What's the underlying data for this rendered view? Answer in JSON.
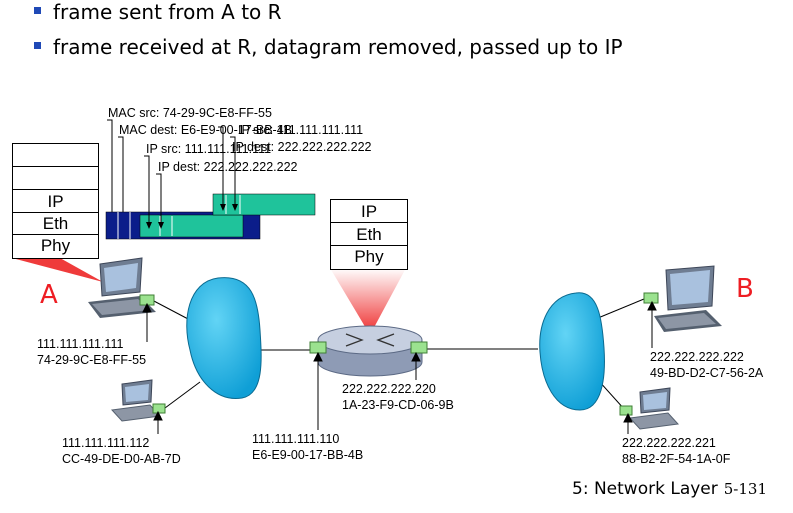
{
  "bullets": [
    "frame sent from A to R",
    "frame received at R, datagram removed, passed up to IP"
  ],
  "frame_labels": {
    "mac_src": "MAC src: 74-29-9C-E8-FF-55",
    "mac_dest": "MAC dest: E6-E9-00-17-BB-4B",
    "ip_src_inner": "IP src: 111.111.111.111",
    "ip_dest_inner": "IP dest: 222.222.222.222",
    "ip_src_outer": "IP src: 111.111.111.111",
    "ip_dest_outer": "IP dest: 222.222.222.222"
  },
  "host_a_stack": [
    "",
    "",
    "IP",
    "Eth",
    "Phy"
  ],
  "router_stack": [
    "IP",
    "Eth",
    "Phy"
  ],
  "hosts": {
    "a_letter": "A",
    "b_letter": "B",
    "a_ip": "111.111.111.111",
    "a_mac": "74-29-9C-E8-FF-55",
    "a2_ip": "111.111.111.112",
    "a2_mac": "CC-49-DE-D0-AB-7D",
    "r_left_ip": "111.111.111.110",
    "r_left_mac": "E6-E9-00-17-BB-4B",
    "r_right_ip": "222.222.222.220",
    "r_right_mac": "1A-23-F9-CD-06-9B",
    "b_ip": "222.222.222.222",
    "b_mac": "49-BD-D2-C7-56-2A",
    "b2_ip": "222.222.222.221",
    "b2_mac": "88-B2-2F-54-1A-0F"
  },
  "footer": {
    "chapter": "5: Network Layer",
    "page": "5-131"
  },
  "colors": {
    "frame_blue": "#0b1d8a",
    "datagram_green": "#1fc39b",
    "cloud": "#22b7e6",
    "letter_red": "#ee1d23"
  }
}
